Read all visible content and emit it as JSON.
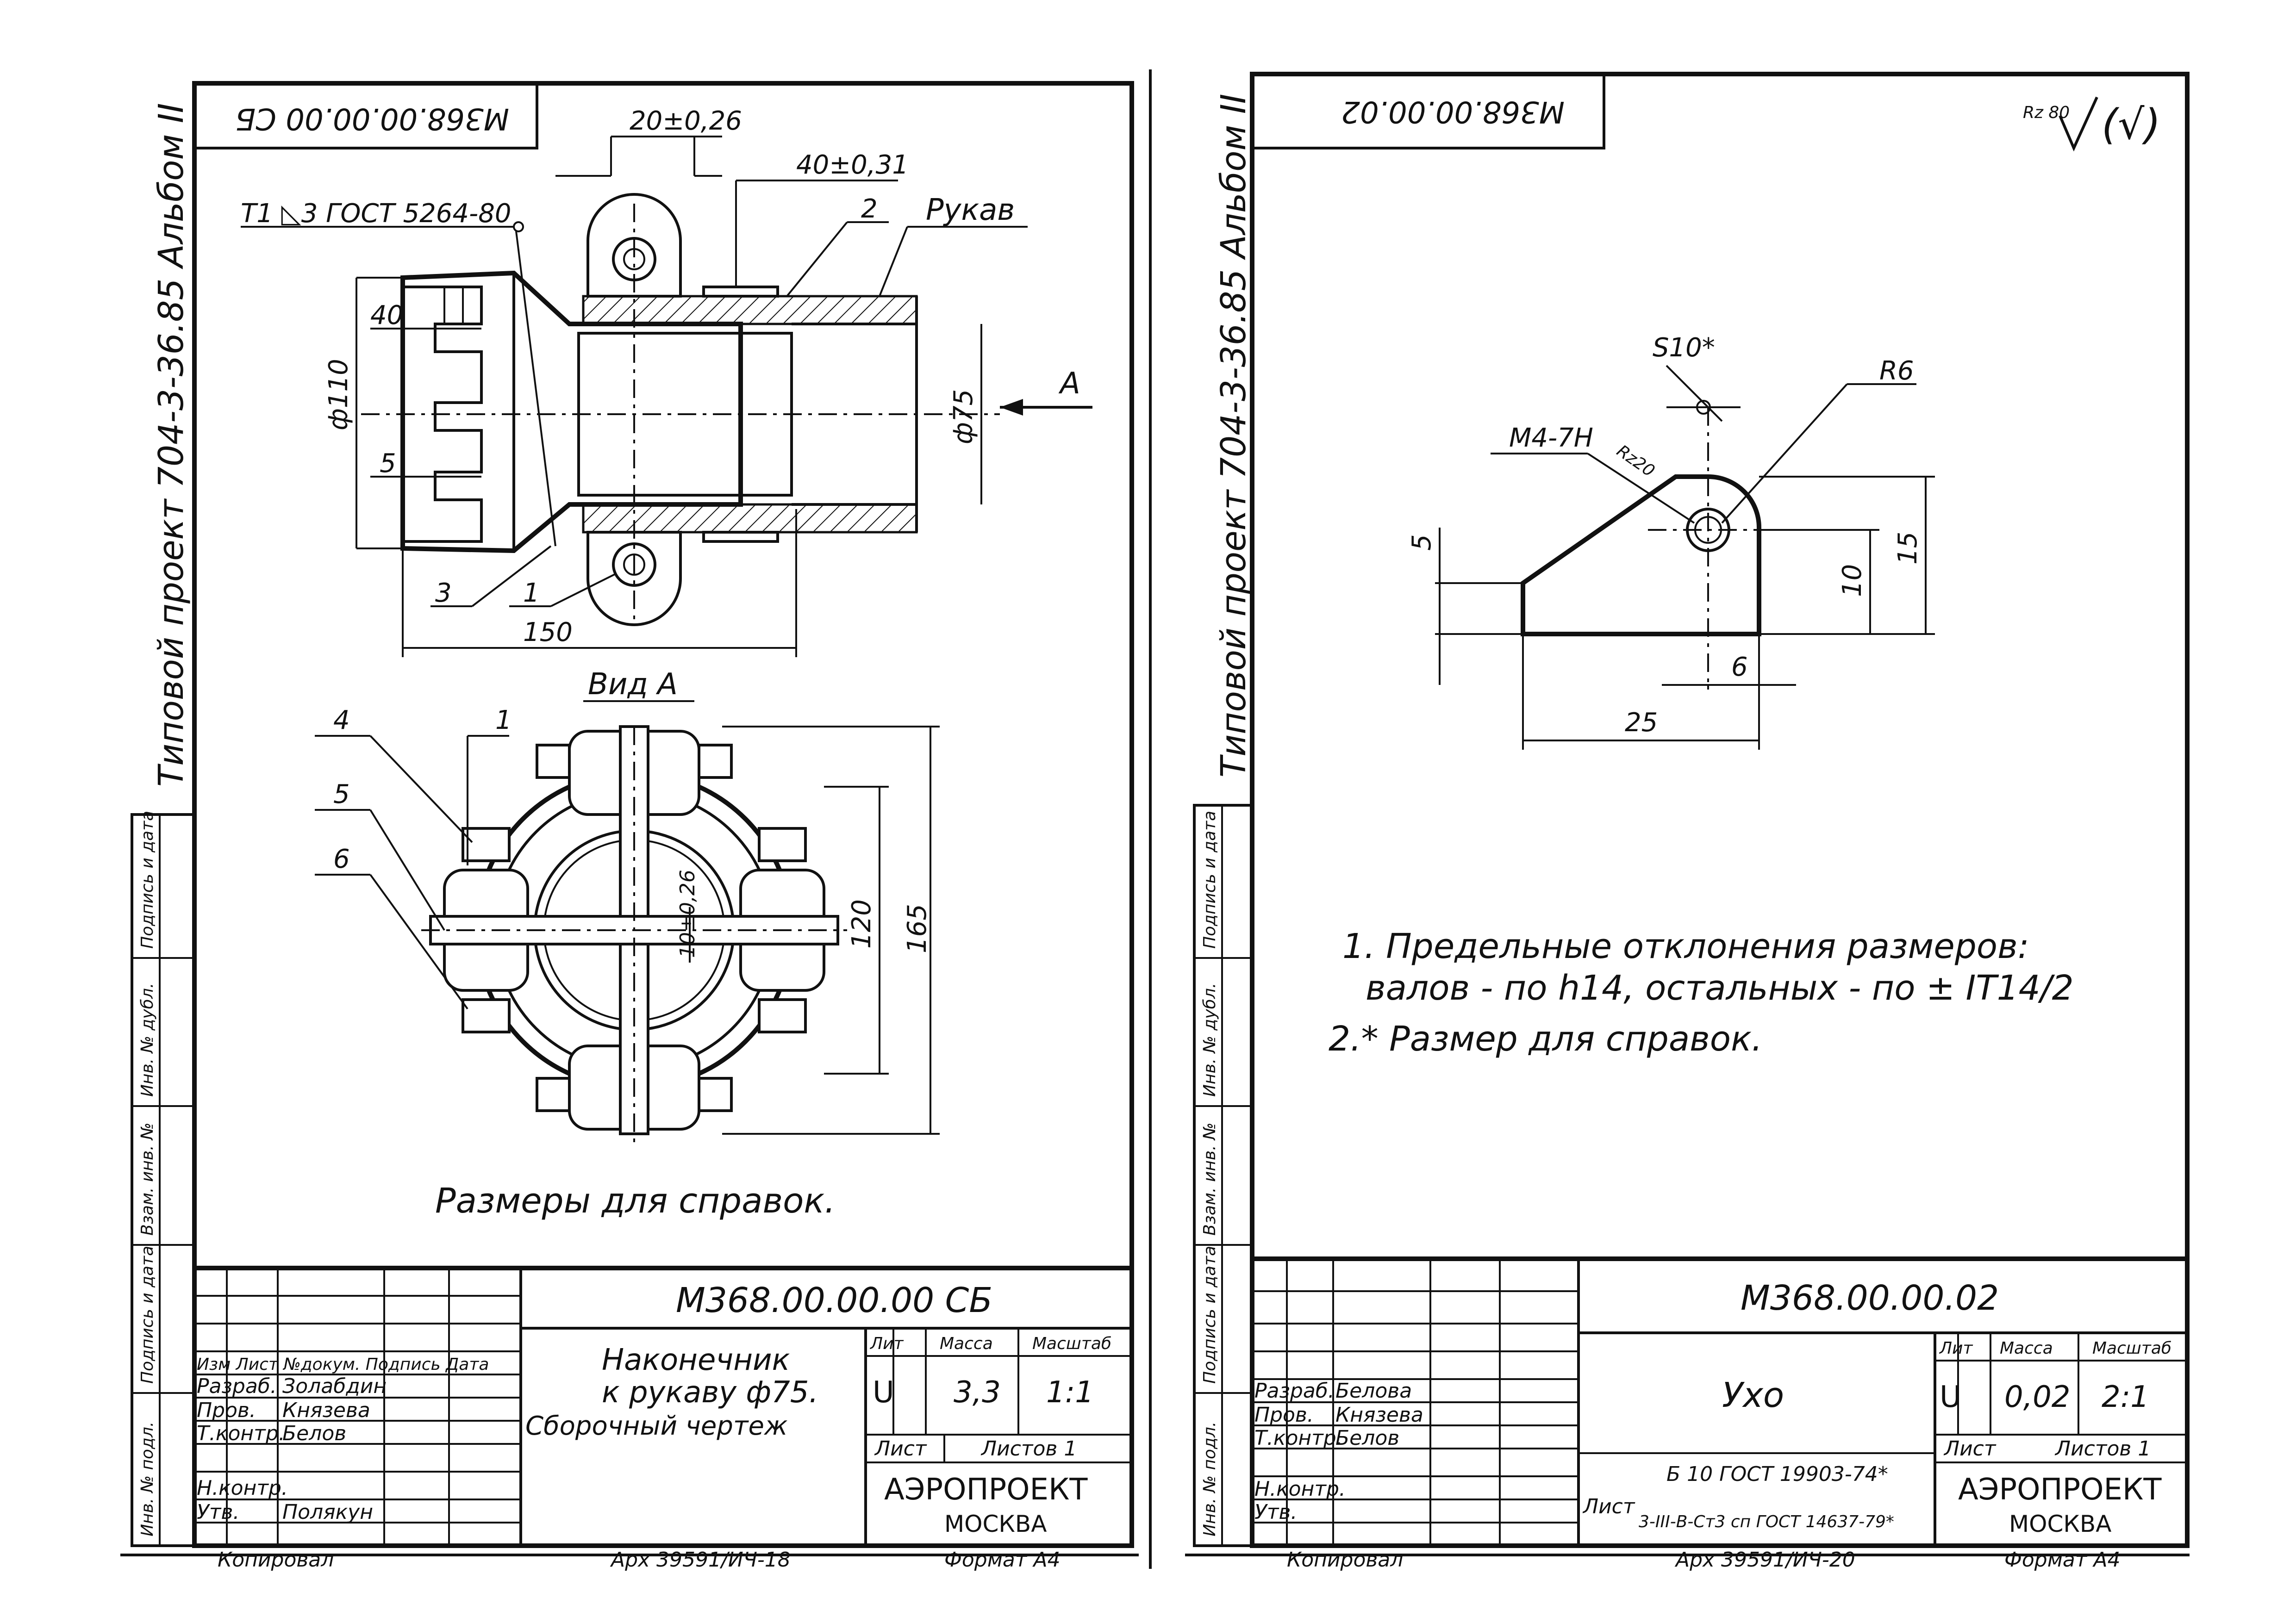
{
  "left_sheet": {
    "corner_code": "М368.00.00.00 СБ",
    "side_title": "Типовой проект 704-3-36.85 Альбом II",
    "weld_note": "Т1 ◺3 ГОСТ 5264-80",
    "dim_20": "20±0,26",
    "dim_40_top": "40±0,31",
    "callout_2": "2",
    "callout_hose": "Рукав",
    "dim_40_left": "40",
    "dim_d110": "ф110",
    "dim_5": "5",
    "dim_d75": "ф75",
    "view_arrow": "А",
    "callout_3": "3",
    "callout_1": "1",
    "dim_150": "150",
    "view_title": "Вид А",
    "callout_4": "4",
    "callout_5": "5",
    "callout_6": "6",
    "callout_1b": "1",
    "dim_10": "10±0,26",
    "dim_120": "120",
    "dim_165": "165",
    "note": "Размеры для справок.",
    "title_block": {
      "doc_code": "М368.00.00.00 СБ",
      "name_line1": "Наконечник",
      "name_line2": "к рукаву ф75.",
      "name_line3": "Сборочный чертеж",
      "lit_header": "Лит",
      "mass_header": "Масса",
      "scale_header": "Масштаб",
      "lit": "U",
      "mass": "3,3",
      "scale": "1:1",
      "sheet_label": "Лист",
      "sheets_label": "Листов 1",
      "org": "АЭРОПРОЕКТ",
      "city": "МОСКВА",
      "row_headers": "Изм Лист №докум. Подпись Дата",
      "roles": [
        "Разраб.",
        "Пров.",
        "Т.контр.",
        "",
        "Н.контр.",
        "Утв."
      ],
      "names": [
        "Золабдин",
        "Князева",
        "Белов",
        "",
        "",
        "Полякун"
      ],
      "copied": "Копировал",
      "inv": "Арх 39591/ИЧ-18",
      "format": "Формат А4"
    },
    "side_stamps": [
      "Инв. № подл.",
      "Подпись и дата",
      "Взам. инв. №",
      "Инв. № дубл.",
      "Подпись и дата"
    ]
  },
  "right_sheet": {
    "corner_code": "М368.00.00.02",
    "roughness": "Rz 80",
    "roughness_paren": "(√)",
    "side_title": "Типовой проект 704-3-36.85 Альбом II",
    "dim_s10": "S10*",
    "dim_r6": "R6",
    "dim_thread": "М4-7Н",
    "dim_rz": "Rz20",
    "dim_5": "5",
    "dim_10": "10",
    "dim_15": "15",
    "dim_6": "6",
    "dim_25": "25",
    "notes": [
      "1. Предельные отклонения размеров:",
      "валов - по h14, остальных - по ± IT14/2",
      "2.* Размер для справок."
    ],
    "title_block": {
      "doc_code": "М368.00.00.02",
      "name": "Ухо",
      "lit_header": "Лит",
      "mass_header": "Масса",
      "scale_header": "Масштаб",
      "lit": "U",
      "mass": "0,02",
      "scale": "2:1",
      "sheet_label": "Лист",
      "sheets_label": "Листов 1",
      "material_1": "Б 10 ГОСТ 19903-74*",
      "material_2": "3-III-В-Ст3 сп ГОСТ 14637-79*",
      "material_label": "Лист",
      "org": "АЭРОПРОЕКТ",
      "city": "МОСКВА",
      "roles": [
        "Разраб.",
        "Пров.",
        "Т.контр.",
        "",
        "Н.контр.",
        "Утв."
      ],
      "names": [
        "Белова",
        "Князева",
        "Белов",
        "",
        "",
        ""
      ],
      "copied": "Копировал",
      "inv": "Арх 39591/ИЧ-20",
      "format": "Формат А4"
    },
    "side_stamps": [
      "Инв. № подл.",
      "Подпись и дата",
      "Взам. инв. №",
      "Инв. № дубл.",
      "Подпись и дата"
    ]
  }
}
